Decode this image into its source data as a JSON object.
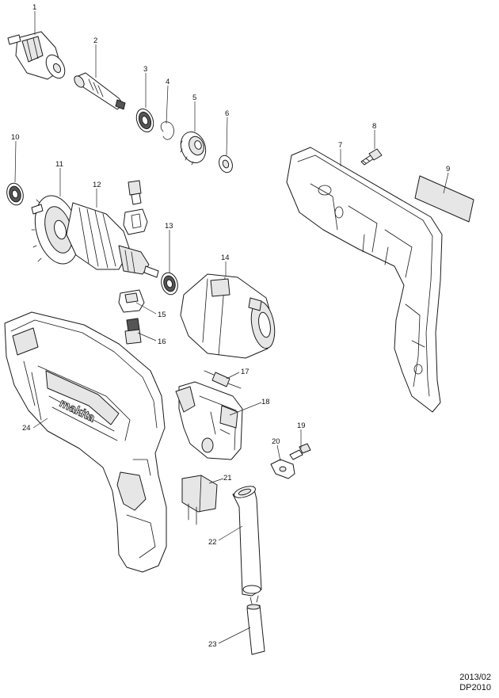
{
  "callouts": [
    {
      "id": "1",
      "label": "1"
    },
    {
      "id": "2",
      "label": "2"
    },
    {
      "id": "3",
      "label": "3"
    },
    {
      "id": "4",
      "label": "4"
    },
    {
      "id": "5",
      "label": "5"
    },
    {
      "id": "6",
      "label": "6"
    },
    {
      "id": "7",
      "label": "7"
    },
    {
      "id": "8",
      "label": "8"
    },
    {
      "id": "9",
      "label": "9"
    },
    {
      "id": "10",
      "label": "10"
    },
    {
      "id": "11",
      "label": "11"
    },
    {
      "id": "12",
      "label": "12"
    },
    {
      "id": "13",
      "label": "13"
    },
    {
      "id": "14",
      "label": "14"
    },
    {
      "id": "15",
      "label": "15"
    },
    {
      "id": "16",
      "label": "16"
    },
    {
      "id": "17",
      "label": "17"
    },
    {
      "id": "18",
      "label": "18"
    },
    {
      "id": "19",
      "label": "19"
    },
    {
      "id": "20",
      "label": "20"
    },
    {
      "id": "21",
      "label": "21"
    },
    {
      "id": "22",
      "label": "22"
    },
    {
      "id": "23",
      "label": "23"
    },
    {
      "id": "24",
      "label": "24"
    }
  ],
  "footer": {
    "date": "2013/02",
    "model": "DP2010"
  },
  "brand_text": "makita"
}
